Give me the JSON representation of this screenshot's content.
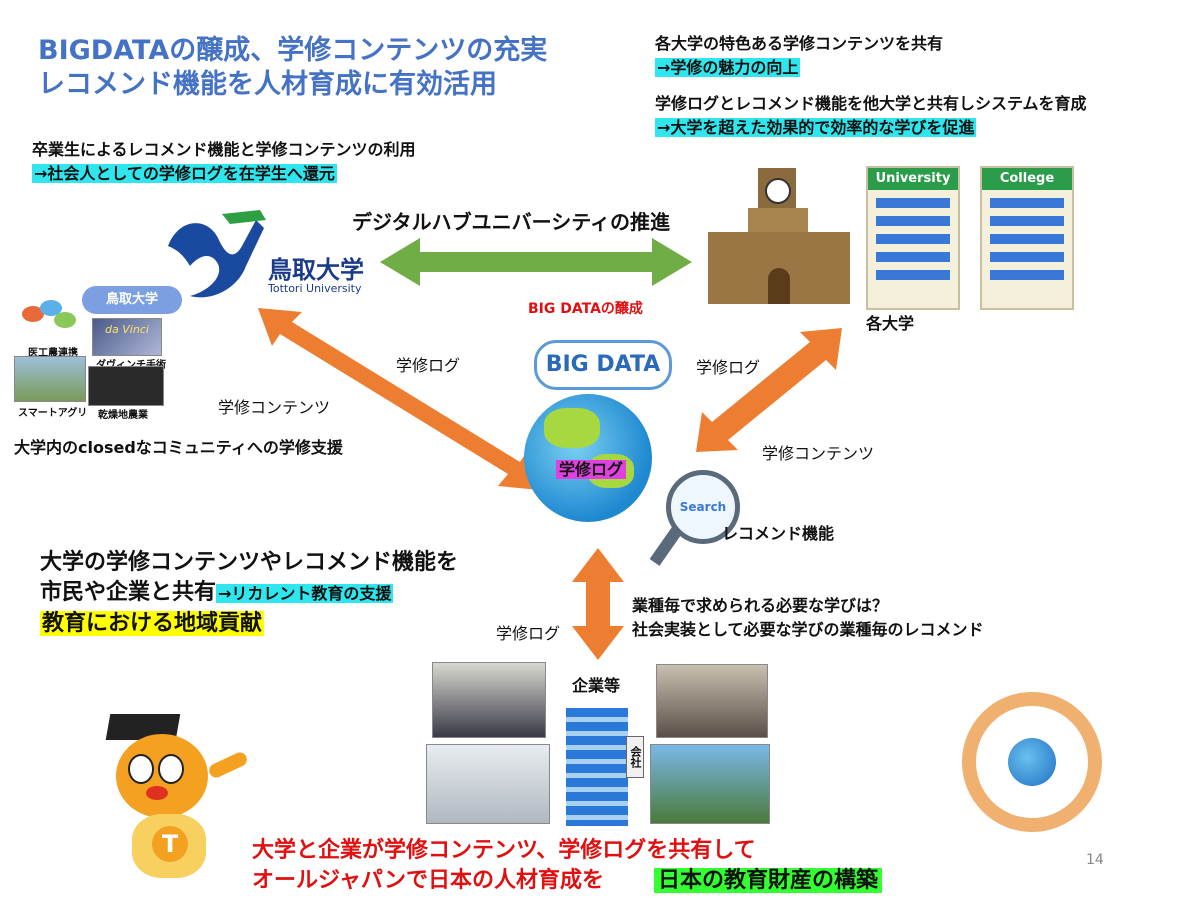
{
  "title": {
    "line1": "BIGDATAの醸成、学修コンテンツの充実",
    "line2": "レコメンド機能を人材育成に有効活用"
  },
  "top_right": {
    "line1": "各大学の特色ある学修コンテンツを共有",
    "line1_hl": "→学修の魅力の向上",
    "line2": "学修ログとレコメンド機能を他大学と共有しシステムを育成",
    "line2_hl": "→大学を超えた効果的で効率的な学びを促進"
  },
  "alumni": {
    "text": "卒業生によるレコメンド機能と学修コンテンツの利用",
    "hl": "→社会人としての学修ログを在学生へ還元"
  },
  "hub_label": "デジタルハブユニバーシティの推進",
  "tottori_logo": {
    "jp": "鳥取大学",
    "en": "Tottori University"
  },
  "tottori_badge": "鳥取大学",
  "photos_left": [
    "医工農連携",
    "ダヴィンチ手術",
    "スマートアグリ",
    "乾燥地農業"
  ],
  "davinci_text": "da Vinci",
  "buildings": {
    "univ_sign": "University",
    "college_sign": "College",
    "label": "各大学"
  },
  "bigdata_title": "BIG DATAの醸成",
  "bigdata_cloud": "BIG DATA",
  "globe_label": "学修ログ",
  "search_text": "Search",
  "recommend_label": "レコメンド機能",
  "arrow_labels": {
    "left_log": "学修ログ",
    "left_contents": "学修コンテンツ",
    "right_log": "学修ログ",
    "right_contents": "学修コンテンツ",
    "bottom_log": "学修ログ"
  },
  "closed_support": "大学内のclosedなコミュニティへの学修支援",
  "share": {
    "line1": "大学の学修コンテンツやレコメンド機能を",
    "line2": "市民や企業と共有",
    "line2_hl": "→リカレント教育の支援",
    "line3": "教育における地域貢献"
  },
  "industry_q": {
    "line1": "業種毎で求められる必要な学びは？",
    "line2": "社会実装として必要な学びの業種毎のレコメンド"
  },
  "company_label": "企業等",
  "company_sign": "会社",
  "bottom": {
    "line1": "大学と企業が学修コンテンツ、学修ログを共有して",
    "line2": "オールジャパンで日本の人材育成を",
    "hl": "日本の教育財産の構築"
  },
  "mascot_letter": "T",
  "page_number": "14",
  "colors": {
    "title": "#4472c4",
    "arrow_orange": "#ed7d31",
    "arrow_green": "#70ad47",
    "cyan": "#2fe6ee",
    "red": "#e01010"
  }
}
